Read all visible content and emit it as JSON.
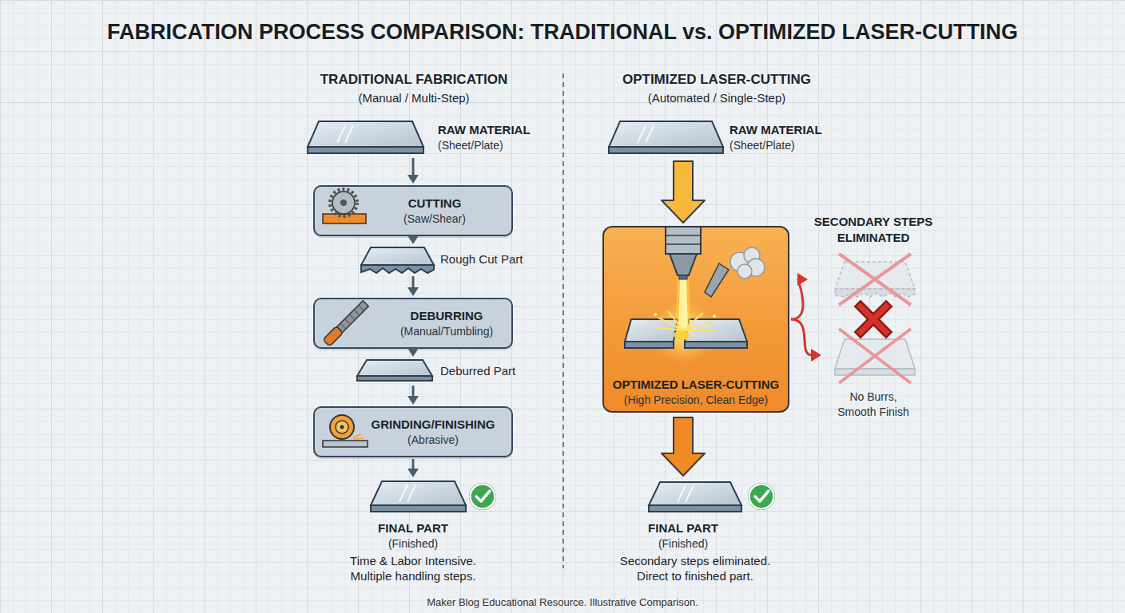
{
  "diagram": {
    "title": "FABRICATION PROCESS COMPARISON: TRADITIONAL vs. OPTIMIZED LASER-CUTTING",
    "caption": "Maker Blog Educational Resource. Illustrative Comparison.",
    "nodes": [
      {
        "text": [
          "RAW MATERIAL",
          "(Sheet/Plate)"
        ]
      },
      {
        "text": [
          "CUTTING",
          "(Saw/Shear)"
        ]
      },
      {
        "text": [
          "Rough Cut Part"
        ]
      },
      {
        "text": [
          "DEBURRING",
          "(Manual/Tumbling)"
        ]
      },
      {
        "text": [
          "Deburred Part"
        ]
      },
      {
        "text": [
          "GRINDING/FINISHING",
          "(Abrasive)"
        ]
      },
      {
        "text": [
          "FINAL PART",
          "(Finished)"
        ]
      },
      {
        "text": [
          "RAW MATERIAL",
          "(Sheet/Plate)"
        ]
      },
      {
        "text": [
          "OPTIMIZED LASER-CUTTING",
          "(High Precision, Clean Edge)"
        ]
      },
      {
        "text": [
          "FINAL PART",
          "(Finished)"
        ]
      },
      {
        "text": [
          "SECONDARY STEPS ELIMINATED"
        ]
      },
      {
        "text": [
          "No Burrs, Smooth Finish"
        ]
      }
    ],
    "edges": [
      {
        "from": 0,
        "to": 1,
        "arrow": "to"
      },
      {
        "from": 1,
        "to": 2,
        "arrow": "to"
      },
      {
        "from": 2,
        "to": 3,
        "arrow": "to"
      },
      {
        "from": 3,
        "to": 4,
        "arrow": "to"
      },
      {
        "from": 4,
        "to": 5,
        "arrow": "to"
      },
      {
        "from": 5,
        "to": 6,
        "arrow": "to"
      },
      {
        "from": 7,
        "to": 8,
        "arrow": "to"
      },
      {
        "from": 8,
        "to": 9,
        "arrow": "to"
      },
      {
        "from": 8,
        "to": 10,
        "arrow": "to"
      },
      {
        "from": 8,
        "to": 11,
        "arrow": "to"
      }
    ],
    "labels": [
      "TRADITIONAL FABRICATION",
      "(Manual / Multi-Step)",
      "OPTIMIZED LASER-CUTTING",
      "(Automated / Single-Step)",
      "Time & Labor Intensive. Multiple handling steps.",
      "Secondary steps eliminated. Direct to finished part."
    ]
  }
}
